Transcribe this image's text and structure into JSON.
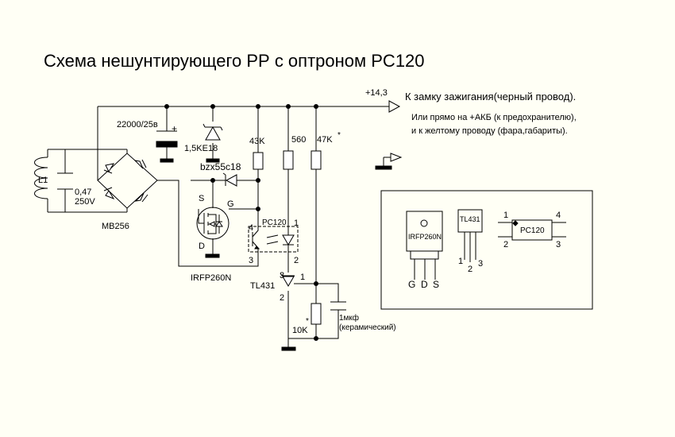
{
  "title": "Схема нешунтирующего РР с оптроном PC120",
  "supply": {
    "voltage": "+14,3",
    "note_main": "К замку  зажигания(черный провод).",
    "note_alt1": "Или прямо на +АКБ (к предохранителю),",
    "note_alt2": "и к желтому проводу (фара,габариты)."
  },
  "components": {
    "coil": "L1",
    "cap_small_value": "0,47",
    "cap_small_voltage": "250V",
    "bridge": "MB256",
    "cap_big": "22000/25в",
    "cap_big_plus": "+",
    "tvs": "1,5KE18",
    "zener": "bzx55c18",
    "r1": "43K",
    "r2": "560",
    "r3": "47K",
    "r3_star": "*",
    "mosfet": "IRFP260N",
    "mosfet_s": "S",
    "mosfet_g": "G",
    "mosfet_d": "D",
    "opto": "PC120",
    "opto_pin1": "1",
    "opto_pin2": "2",
    "opto_pin3": "3",
    "opto_pin4": "4",
    "tl431": "TL431",
    "tl_pin3": "3",
    "tl_pin1": "1",
    "tl_pin2": "2",
    "r4": "10K",
    "r4_star": "*",
    "c_out": "1мкф",
    "c_out_note": "(керамический)"
  },
  "pinout": {
    "irfp_label": "IRFP260N",
    "irfp_g": "G",
    "irfp_d": "D",
    "irfp_s": "S",
    "tl431_label": "TL431",
    "tl431_pin1": "1",
    "tl431_pin2": "2",
    "tl431_pin3": "3",
    "pc120_label": "PC120",
    "pc120_pin1": "1",
    "pc120_pin2": "2",
    "pc120_pin3": "3",
    "pc120_pin4": "4"
  },
  "colors": {
    "background": "#fffff5",
    "ink": "#000000"
  }
}
